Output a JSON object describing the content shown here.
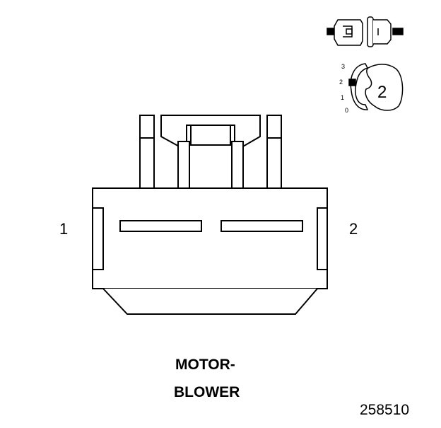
{
  "connector": {
    "pin_left": "1",
    "pin_right": "2"
  },
  "title": {
    "line1": "MOTOR-",
    "line2": "BLOWER"
  },
  "figure_number": "258510",
  "position_key": {
    "labels": [
      "3",
      "2",
      "1",
      "0"
    ],
    "selected": "2"
  },
  "colors": {
    "stroke": "#000000",
    "background": "#ffffff"
  }
}
